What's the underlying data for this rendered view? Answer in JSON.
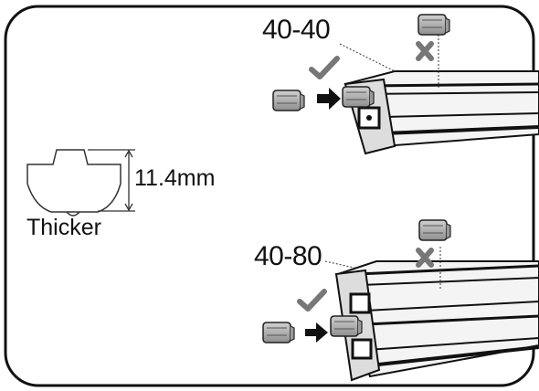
{
  "labels": {
    "top_profile": "40-40",
    "bottom_profile": "40-80",
    "dimension": "11.4mm",
    "nut_type": "Thicker"
  },
  "icons": [
    "t-nut-icon",
    "arrow-right-icon",
    "check-mark-icon",
    "cross-mark-icon",
    "extrusion-profile-icon"
  ],
  "colors": {
    "frame": "#111111",
    "nut": "#b4b4b4",
    "mark": "#6c6c6c",
    "line": "#222222"
  }
}
